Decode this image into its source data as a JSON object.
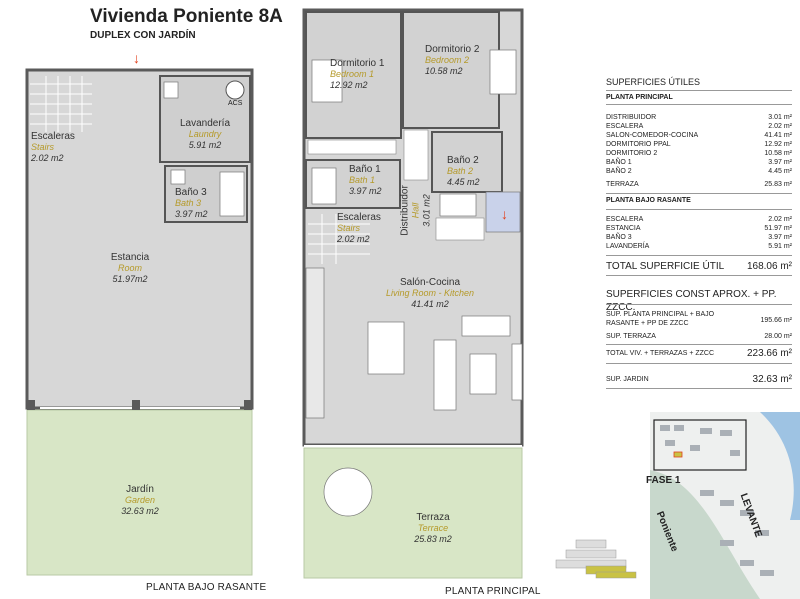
{
  "header": {
    "title": "Vivienda Poniente 8A",
    "subtitle": "DUPLEX CON JARDÍN"
  },
  "captions": {
    "lower_floor": "PLANTA BAJO RASANTE",
    "main_floor": "PLANTA PRINCIPAL"
  },
  "rooms_lower": {
    "escaleras": {
      "es": "Escaleras",
      "en": "Stairs",
      "area": "2.02 m2"
    },
    "lavanderia": {
      "es": "Lavandería",
      "en": "Laundry",
      "area": "5.91 m2"
    },
    "acs": "ACS",
    "bano3": {
      "es": "Baño 3",
      "en": "Bath 3",
      "area": "3.97 m2"
    },
    "estancia": {
      "es": "Estancia",
      "en": "Room",
      "area": "51.97m2"
    },
    "jardin": {
      "es": "Jardín",
      "en": "Garden",
      "area": "32.63 m2"
    }
  },
  "rooms_main": {
    "dorm1": {
      "es": "Dormitorio 1",
      "en": "Bedroom 1",
      "area": "12.92 m2"
    },
    "dorm2": {
      "es": "Dormitorio 2",
      "en": "Bedroom 2",
      "area": "10.58 m2"
    },
    "bano1": {
      "es": "Baño 1",
      "en": "Bath 1",
      "area": "3.97 m2"
    },
    "bano2": {
      "es": "Baño 2",
      "en": "Bath 2",
      "area": "4.45 m2"
    },
    "distribuidor": {
      "es": "Distribuidor",
      "en": "Hall",
      "area": "3.01 m2"
    },
    "escaleras": {
      "es": "Escaleras",
      "en": "Stairs",
      "area": "2.02 m2"
    },
    "salon": {
      "es": "Salón-Cocina",
      "en": "Living Room - Kitchen",
      "area": "41.41 m2"
    },
    "terraza": {
      "es": "Terraza",
      "en": "Terrace",
      "area": "25.83 m2"
    }
  },
  "surfaces": {
    "title": "SUPERFICIES ÚTILES",
    "main_header": "PLANTA PRINCIPAL",
    "main_rows": [
      {
        "label": "DISTRIBUIDOR",
        "value": "3.01 m²"
      },
      {
        "label": "ESCALERA",
        "value": "2.02 m²"
      },
      {
        "label": "SALON-COMEDOR-COCINA",
        "value": "41.41 m²"
      },
      {
        "label": "DORMITORIO PPAL",
        "value": "12.92 m²"
      },
      {
        "label": "DORMITORIO 2",
        "value": "10.58 m²"
      },
      {
        "label": "BAÑO 1",
        "value": "3.97 m²"
      },
      {
        "label": "BAÑO 2",
        "value": "4.45 m²"
      }
    ],
    "terraza": {
      "label": "TERRAZA",
      "value": "25.83 m²"
    },
    "lower_header": "PLANTA BAJO RASANTE",
    "lower_rows": [
      {
        "label": "ESCALERA",
        "value": "2.02 m²"
      },
      {
        "label": "ESTANCIA",
        "value": "51.97 m²"
      },
      {
        "label": "BAÑO 3",
        "value": "3.97 m²"
      },
      {
        "label": "LAVANDERÍA",
        "value": "5.91 m²"
      }
    ],
    "total_util": {
      "label": "TOTAL SUPERFICIE ÚTIL",
      "value": "168.06 m²"
    },
    "const_title": "SUPERFICIES CONST APROX. + PP. ZZCC.",
    "const_rows": [
      {
        "label": "SUP. PLANTA PRINCIPAL + BAJO RASANTE + PP DE ZZCC",
        "value": "195.66 m²"
      },
      {
        "label": "SUP. TERRAZA",
        "value": "28.00 m²"
      }
    ],
    "total_const": {
      "label": "TOTAL VIV. + TERRAZAS + ZZCC",
      "value": "223.66 m²"
    },
    "jardin": {
      "label": "SUP. JARDIN",
      "value": "32.63 m²"
    }
  },
  "site_map": {
    "fase": "FASE 1",
    "poniente": "Poniente",
    "levante": "LEVANTE"
  }
}
